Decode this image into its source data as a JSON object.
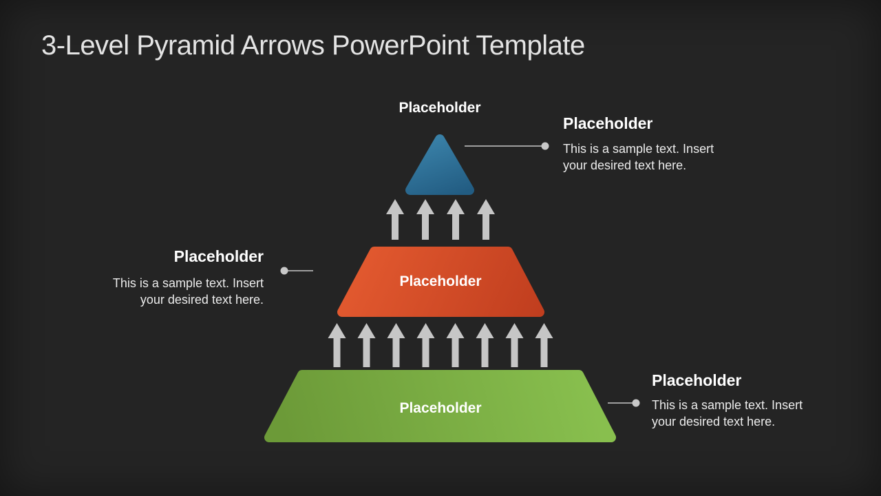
{
  "slide": {
    "title": "3-Level Pyramid Arrows PowerPoint Template",
    "background_color": "#242424",
    "title_color": "#e4e4e4"
  },
  "pyramid": {
    "levels": [
      {
        "name": "top",
        "shape": "triangle",
        "label": "Placeholder",
        "label_placement": "above",
        "color_light": "#3c85ac",
        "color_dark": "#225c82"
      },
      {
        "name": "middle",
        "shape": "trapezoid",
        "label": "Placeholder",
        "label_placement": "inside",
        "color_light": "#e2592f",
        "color_dark": "#bf3d1e"
      },
      {
        "name": "bottom",
        "shape": "trapezoid",
        "label": "Placeholder",
        "label_placement": "inside",
        "color_light": "#88bf4e",
        "color_dark": "#6c9a38"
      }
    ],
    "arrow_rows": [
      {
        "between": "middle-and-top",
        "count": 4
      },
      {
        "between": "bottom-and-middle",
        "count": 8
      }
    ],
    "arrow_color": "#c6c6c6"
  },
  "callouts": [
    {
      "position": "top-right",
      "heading": "Placeholder",
      "body": "This is a sample text. Insert your desired text here."
    },
    {
      "position": "middle-left",
      "heading": "Placeholder",
      "body": "This is a sample text. Insert your desired text here."
    },
    {
      "position": "bottom-right",
      "heading": "Placeholder",
      "body": "This is a sample text. Insert your desired text here."
    }
  ],
  "connector_color": "#c8c8c8"
}
